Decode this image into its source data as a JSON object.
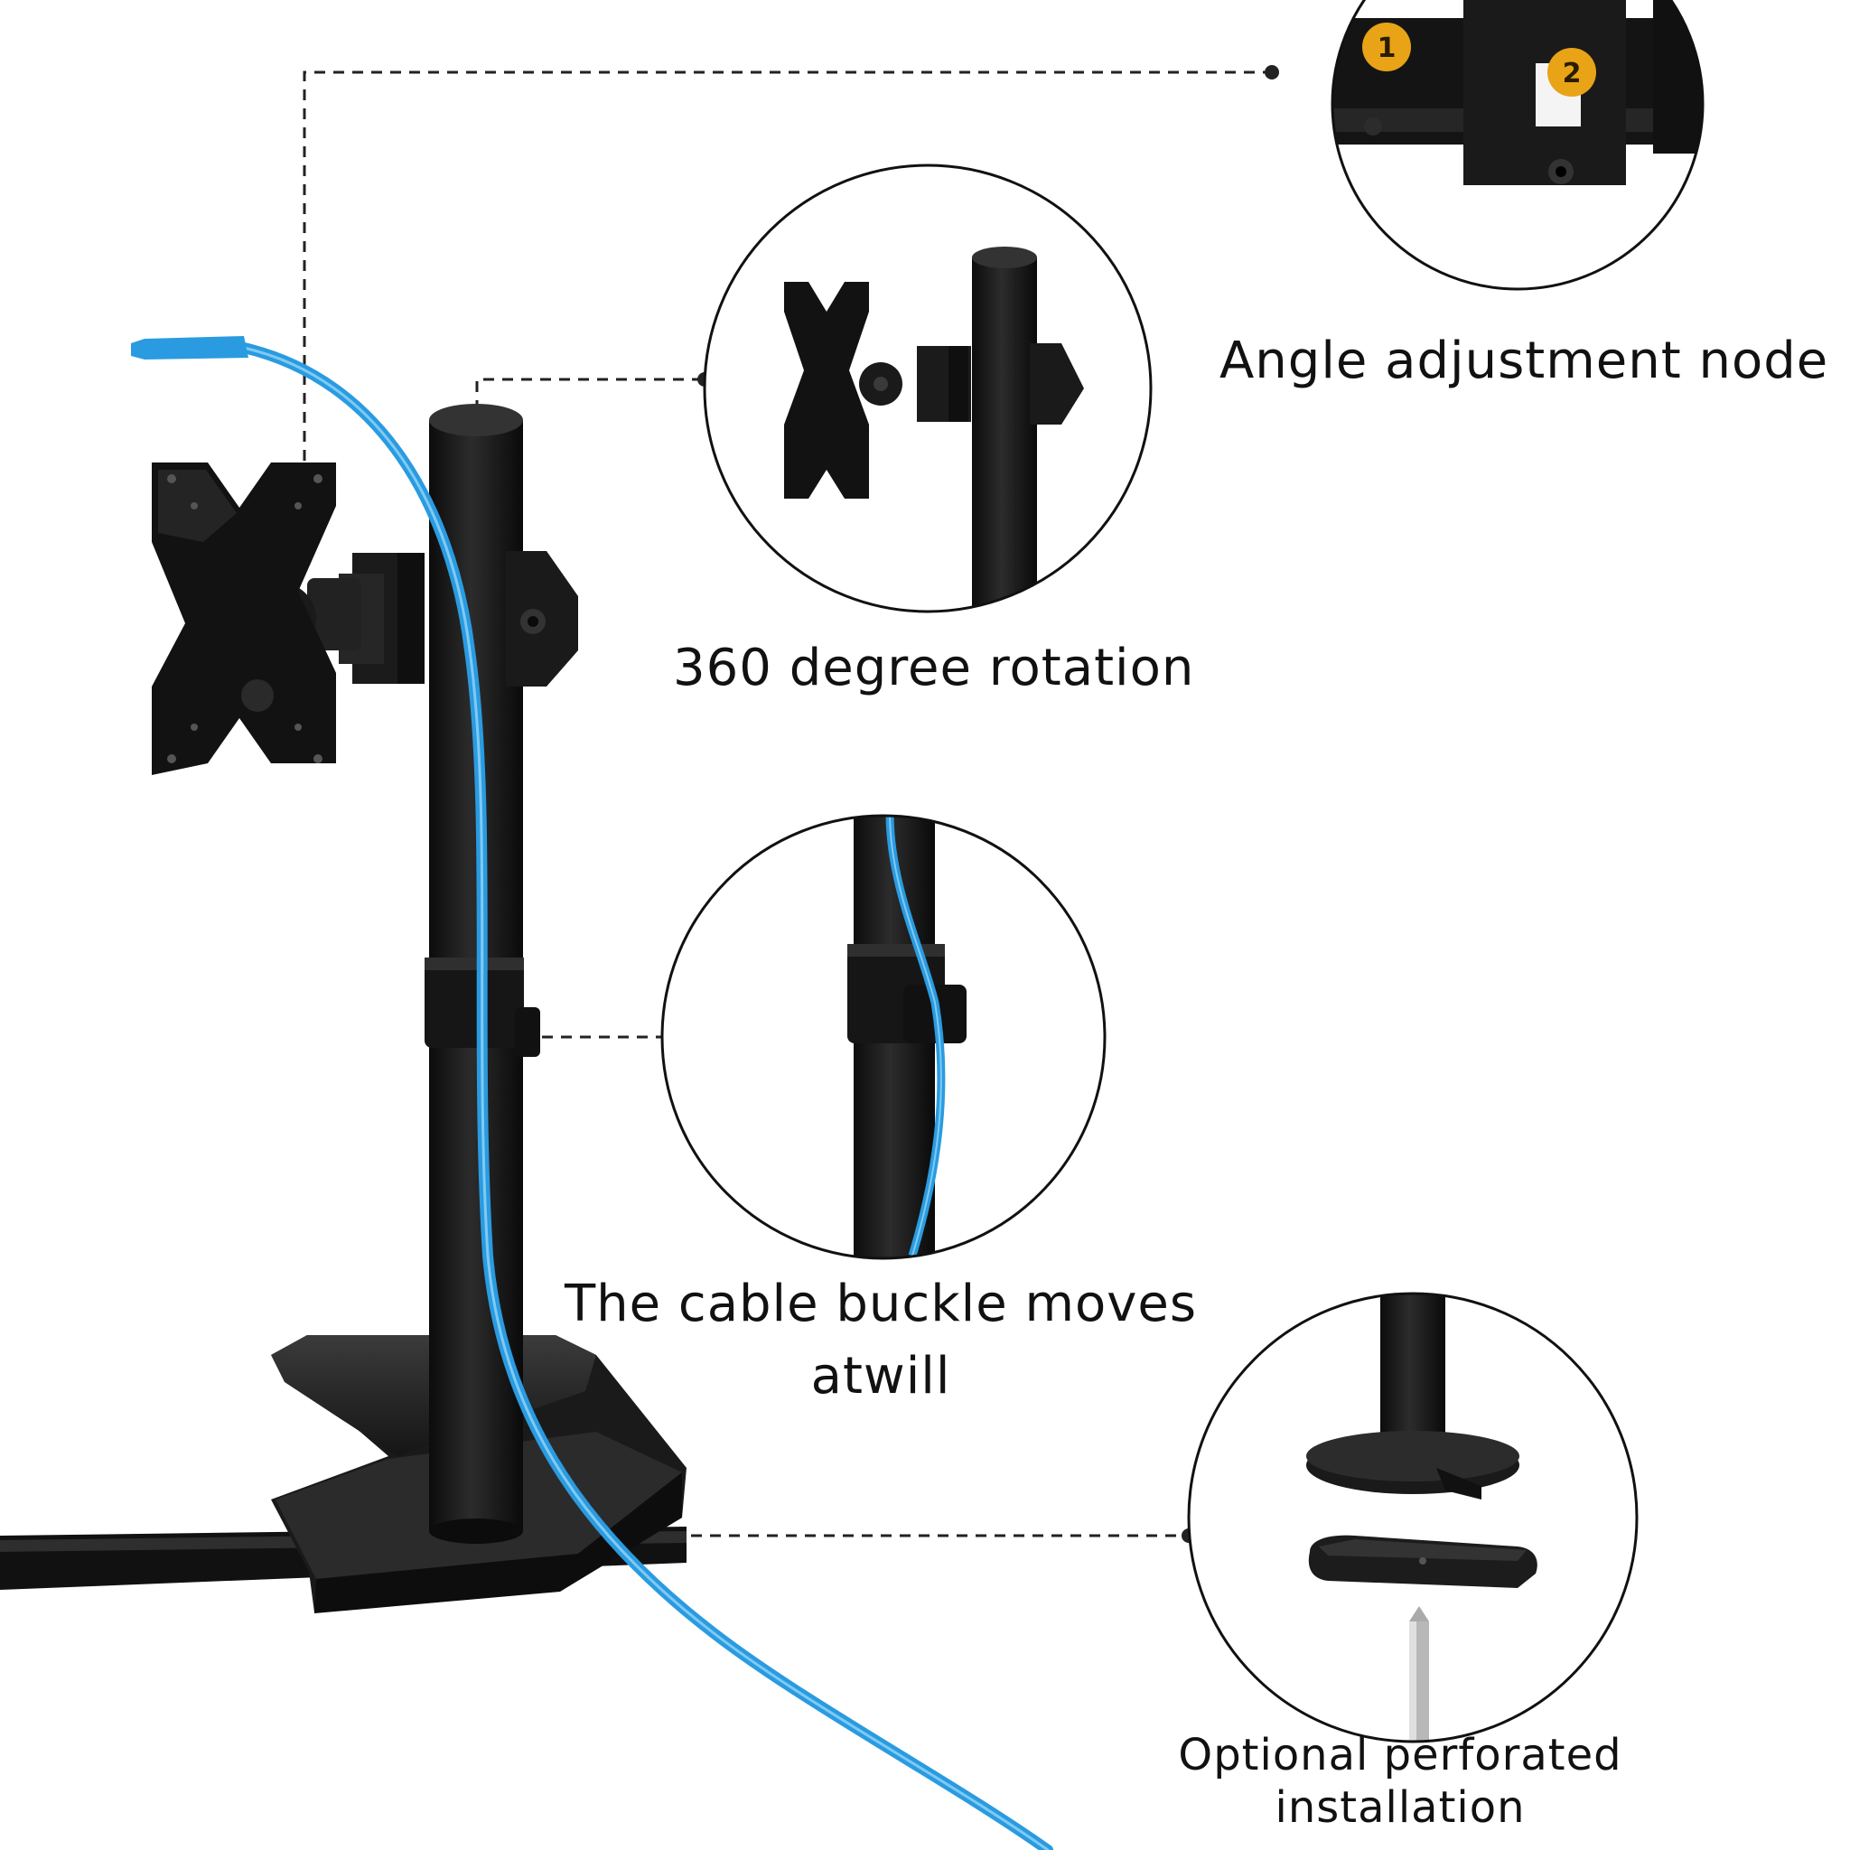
{
  "callouts": {
    "angle_adjustment": {
      "label": "Angle adjustment node",
      "badges": [
        "1",
        "2"
      ]
    },
    "rotation": {
      "label": "360 degree rotation"
    },
    "cable_buckle": {
      "label": "The cable buckle moves atwill"
    },
    "perforated_installation": {
      "label": "Optional perforated installation"
    }
  },
  "colors": {
    "metal": "#141414",
    "metal_highlight": "#3a3a3a",
    "cable": "#2a9be0",
    "badge": "#e8a317",
    "leader_line": "#222222"
  }
}
